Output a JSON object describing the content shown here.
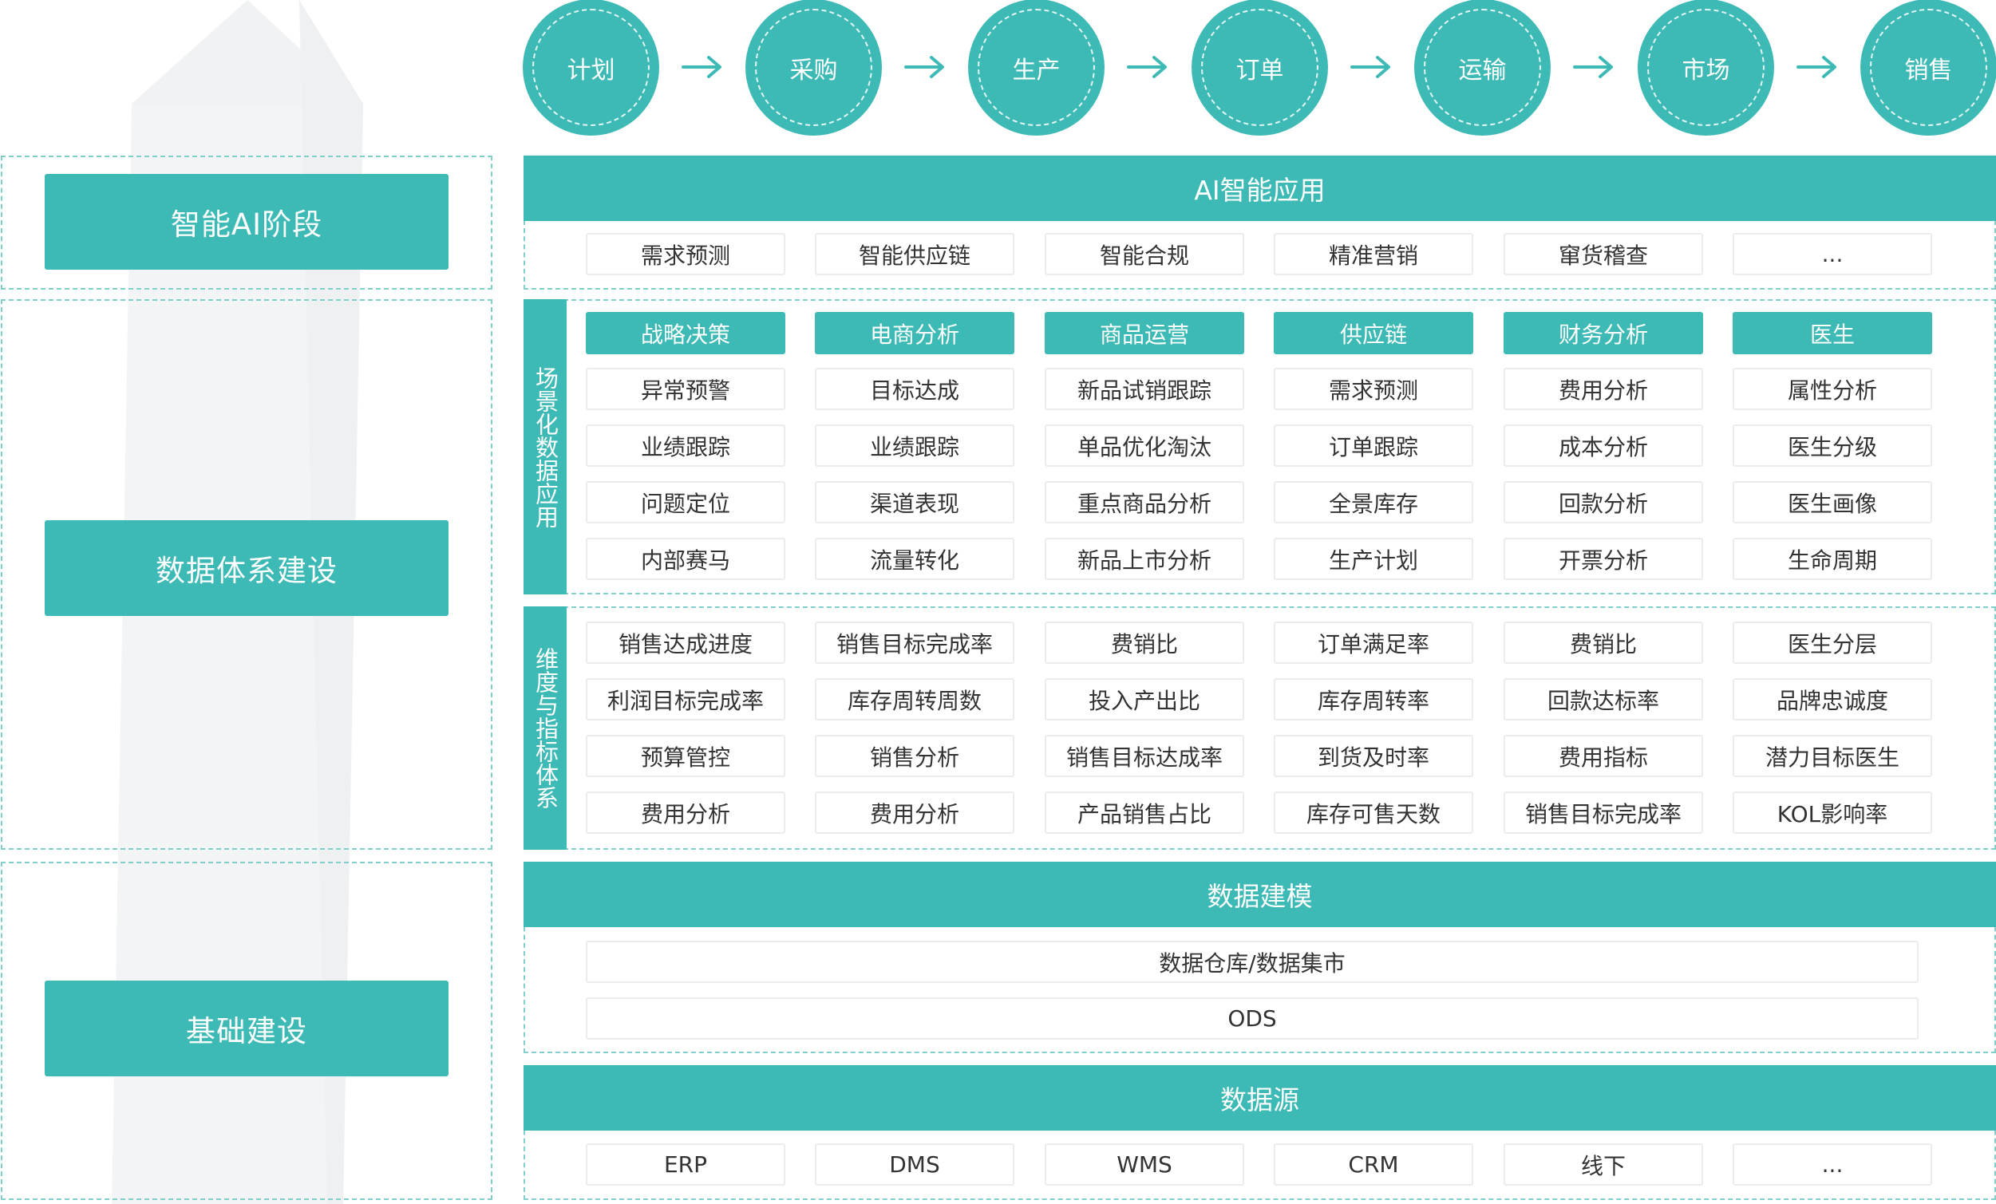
{
  "process_flow": [
    "计划",
    "采购",
    "生产",
    "订单",
    "运输",
    "市场",
    "销售"
  ],
  "stages": {
    "ai": "智能AI阶段",
    "data_system": "数据体系建设",
    "foundation": "基础建设"
  },
  "ai_apps": {
    "title": "AI智能应用",
    "items": [
      "需求预测",
      "智能供应链",
      "智能合规",
      "精准营销",
      "窜货稽查",
      "..."
    ]
  },
  "scenario_apps": {
    "side_label": "场景化数据应用",
    "columns": [
      {
        "header": "战略决策",
        "items": [
          "异常预警",
          "业绩跟踪",
          "问题定位",
          "内部赛马"
        ]
      },
      {
        "header": "电商分析",
        "items": [
          "目标达成",
          "业绩跟踪",
          "渠道表现",
          "流量转化"
        ]
      },
      {
        "header": "商品运营",
        "items": [
          "新品试销跟踪",
          "单品优化淘汰",
          "重点商品分析",
          "新品上市分析"
        ]
      },
      {
        "header": "供应链",
        "items": [
          "需求预测",
          "订单跟踪",
          "全景库存",
          "生产计划"
        ]
      },
      {
        "header": "财务分析",
        "items": [
          "费用分析",
          "成本分析",
          "回款分析",
          "开票分析"
        ]
      },
      {
        "header": "医生",
        "items": [
          "属性分析",
          "医生分级",
          "医生画像",
          "生命周期"
        ]
      }
    ]
  },
  "metrics": {
    "side_label": "维度与指标体系",
    "columns": [
      [
        "销售达成进度",
        "利润目标完成率",
        "预算管控",
        "费用分析"
      ],
      [
        "销售目标完成率",
        "库存周转周数",
        "销售分析",
        "费用分析"
      ],
      [
        "费销比",
        "投入产出比",
        "销售目标达成率",
        "产品销售占比"
      ],
      [
        "订单满足率",
        "库存周转率",
        "到货及时率",
        "库存可售天数"
      ],
      [
        "费销比",
        "回款达标率",
        "费用指标",
        "销售目标完成率"
      ],
      [
        "医生分层",
        "品牌忠诚度",
        "潜力目标医生",
        "KOL影响率"
      ]
    ]
  },
  "data_modeling": {
    "title": "数据建模",
    "items": [
      "数据仓库/数据集市",
      "ODS"
    ]
  },
  "data_sources": {
    "title": "数据源",
    "items": [
      "ERP",
      "DMS",
      "WMS",
      "CRM",
      "线下",
      "..."
    ]
  },
  "colors": {
    "accent": "#3dbab5",
    "dashed_border": "#7fcfcb",
    "cell_border": "#ececec",
    "arrow_bg": "#f3f4f5"
  }
}
